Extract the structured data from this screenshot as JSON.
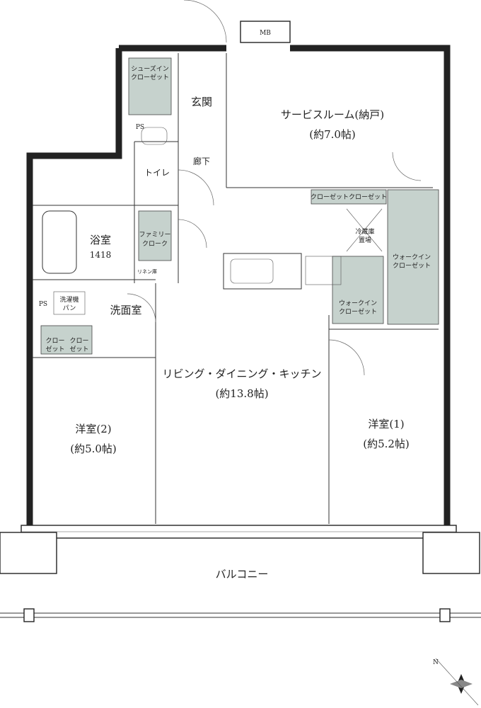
{
  "rooms": {
    "service_room": {
      "name": "サービスルーム(納戸)",
      "size": "(約7.0帖)"
    },
    "ldk": {
      "name": "リビング・ダイニング・キッチン",
      "size": "(約13.8帖)"
    },
    "western_1": {
      "name": "洋室(1)",
      "size": "(約5.2帖)"
    },
    "western_2": {
      "name": "洋室(2)",
      "size": "(約5.0帖)"
    },
    "entrance": "玄関",
    "hallway": "廊下",
    "toilet": "トイレ",
    "bath": {
      "name": "浴室",
      "code": "1418"
    },
    "washroom": "洗面室",
    "balcony": "バルコニー",
    "shoes_closet": [
      "シューズイン",
      "クローゼット"
    ],
    "family_cloak": [
      "ファミリー",
      "クローク"
    ],
    "walkin_1": [
      "ウォークイン",
      "クローゼット"
    ],
    "walkin_2": [
      "ウォークイン",
      "クローゼット"
    ],
    "closet_a": "クローゼット",
    "closet_b": "クローゼット",
    "closet_c": [
      "クロー",
      "ゼット"
    ],
    "closet_d": [
      "クロー",
      "ゼット"
    ],
    "fridge": [
      "冷蔵庫",
      "置場"
    ],
    "washer": [
      "洗濯機",
      "パン"
    ],
    "linen": "リネン庫",
    "ps1": "PS",
    "ps2": "PS",
    "mb": "MB",
    "compass": "N"
  }
}
